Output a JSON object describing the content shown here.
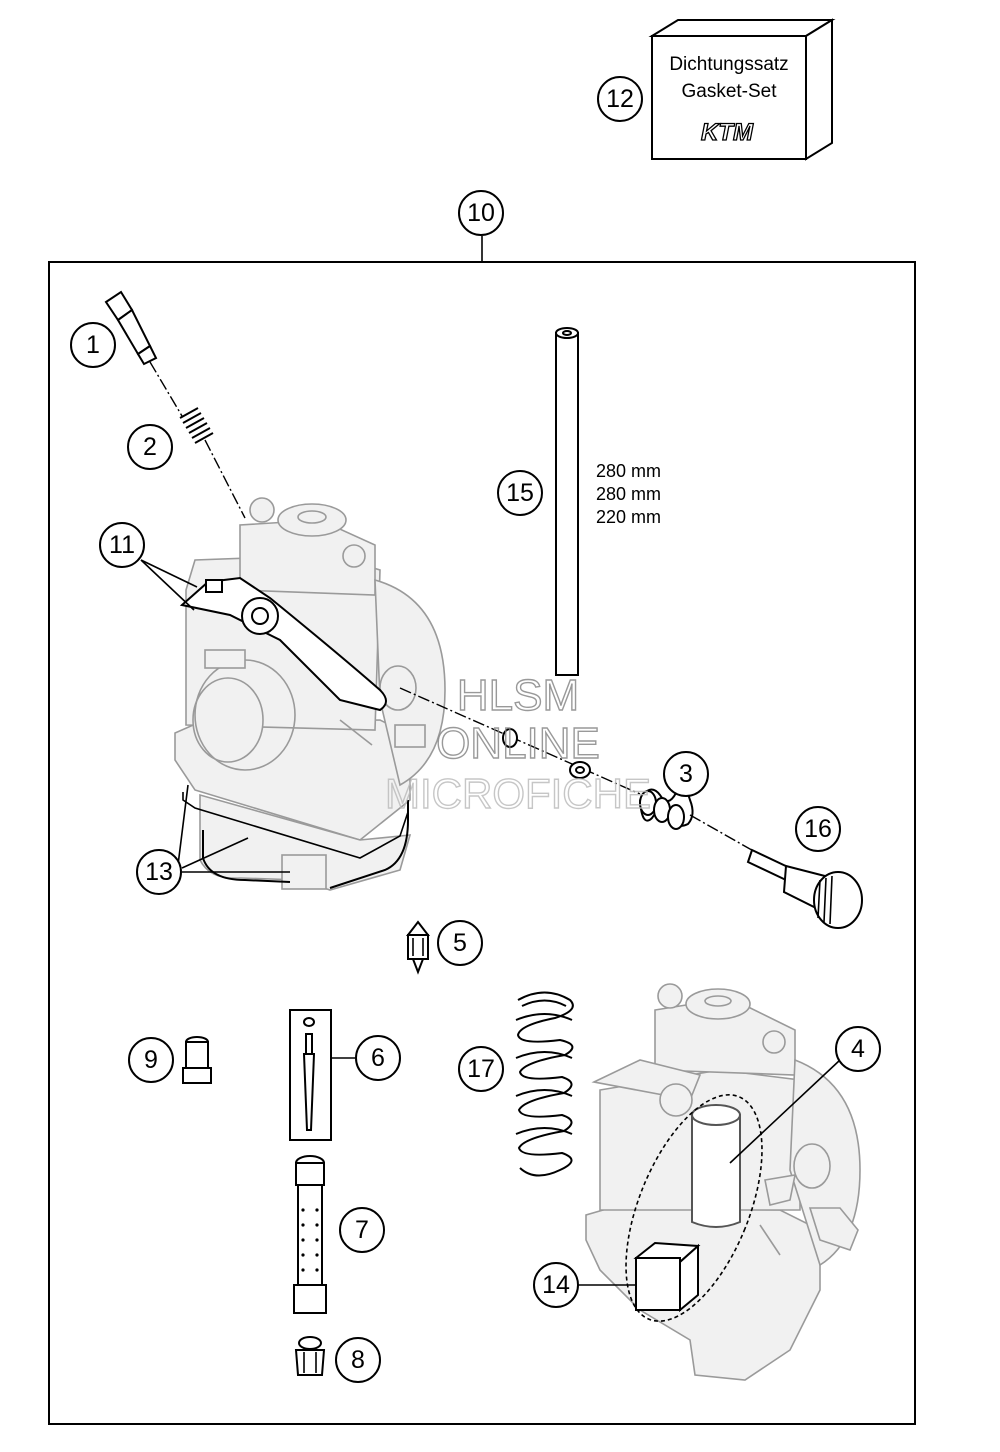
{
  "callouts": {
    "c1": "1",
    "c2": "2",
    "c3": "3",
    "c4": "4",
    "c5": "5",
    "c6": "6",
    "c7": "7",
    "c8": "8",
    "c9": "9",
    "c10": "10",
    "c11": "11",
    "c12": "12",
    "c13": "13",
    "c14": "14",
    "c15": "15",
    "c16": "16",
    "c17": "17"
  },
  "gasket_box": {
    "line1": "Dichtungssatz",
    "line2": "Gasket-Set",
    "logo": "KTM"
  },
  "hose_lengths": [
    "280 mm",
    "280 mm",
    "220 mm"
  ],
  "watermark": {
    "line1": "HLSM",
    "line2": "ONLINE",
    "line3": "MICROFICHE"
  }
}
